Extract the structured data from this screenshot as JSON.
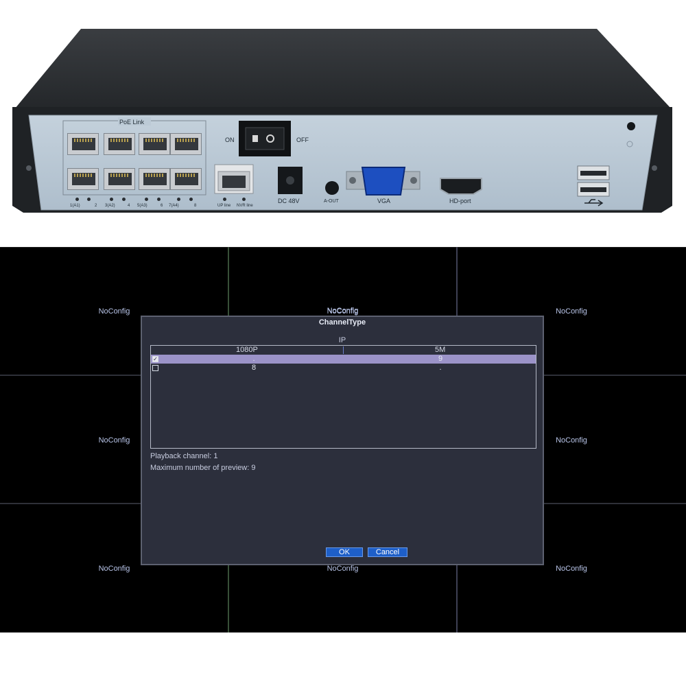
{
  "device": {
    "poe_label": "PoE Link",
    "port_numbers": [
      "1(A1)",
      "2",
      "3(A2)",
      "4",
      "5(A3)",
      "6",
      "7(A4)",
      "8"
    ],
    "uplink_labels": [
      "UP line",
      "NVR line"
    ],
    "power_on_label": "ON",
    "power_off_label": "OFF",
    "dc_label": "DC 48V",
    "aout_label": "A-OUT",
    "vga_label": "VGA",
    "hd_label": "HD-port"
  },
  "grid": {
    "cell_label": "NoConfig"
  },
  "dialog": {
    "title": "ChannelType",
    "group_label": "IP",
    "columns": [
      "1080P",
      "5M"
    ],
    "rows": [
      {
        "checked": true,
        "col1": ".",
        "col2": "9",
        "selected": true
      },
      {
        "checked": false,
        "col1": "8",
        "col2": ".",
        "selected": false
      }
    ],
    "playback_channel": "Playback channel: 1",
    "max_preview": "Maximum number of preview: 9",
    "ok_label": "OK",
    "cancel_label": "Cancel"
  },
  "colors": {
    "screen_bg": "#000000",
    "dialog_bg": "#2c2f3c",
    "selected_row": "#9b93c8",
    "button_blue": "#1e5fc8",
    "panel_blue": "#b9c8d6",
    "chassis": "#2f3236"
  }
}
